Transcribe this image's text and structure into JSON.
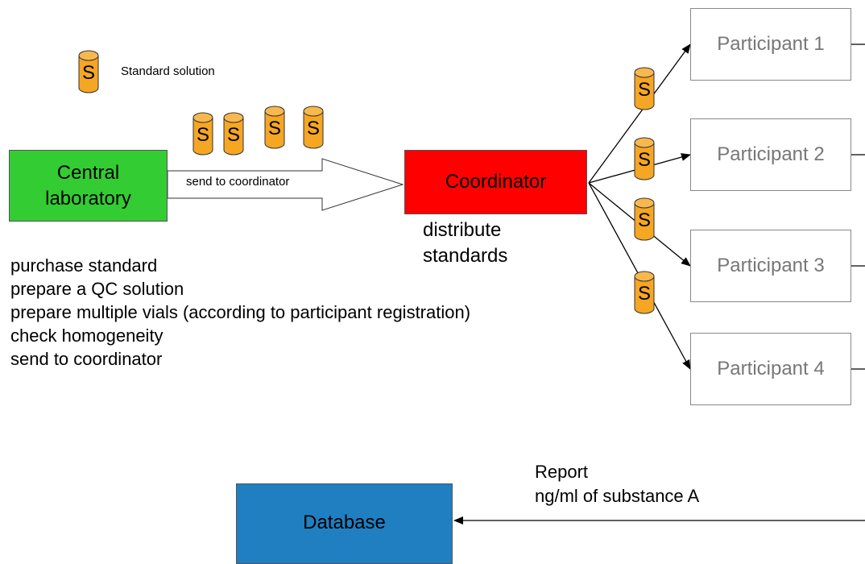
{
  "legend": {
    "vial_letter": "S",
    "label": "Standard solution"
  },
  "central_lab": {
    "lines": [
      "Central",
      "laboratory"
    ]
  },
  "coordinator": {
    "label": "Coordinator"
  },
  "send_arrow": {
    "label": "send to coordinator"
  },
  "distribute": {
    "lines": [
      "distribute",
      "standards"
    ]
  },
  "central_lab_steps": [
    "purchase standard",
    "prepare a QC solution",
    "prepare multiple vials (according to participant registration)",
    "check homogeneity",
    "send to coordinator"
  ],
  "participants": [
    "Participant 1",
    "Participant 2",
    "Participant 3",
    "Participant 4"
  ],
  "report": {
    "lines": [
      "Report",
      "ng/ml of substance A"
    ]
  },
  "database": {
    "label": "Database"
  },
  "colors": {
    "central_lab": "#33cc33",
    "coordinator": "#ff0000",
    "database": "#1f7fc1",
    "vial": "#f5a623"
  }
}
